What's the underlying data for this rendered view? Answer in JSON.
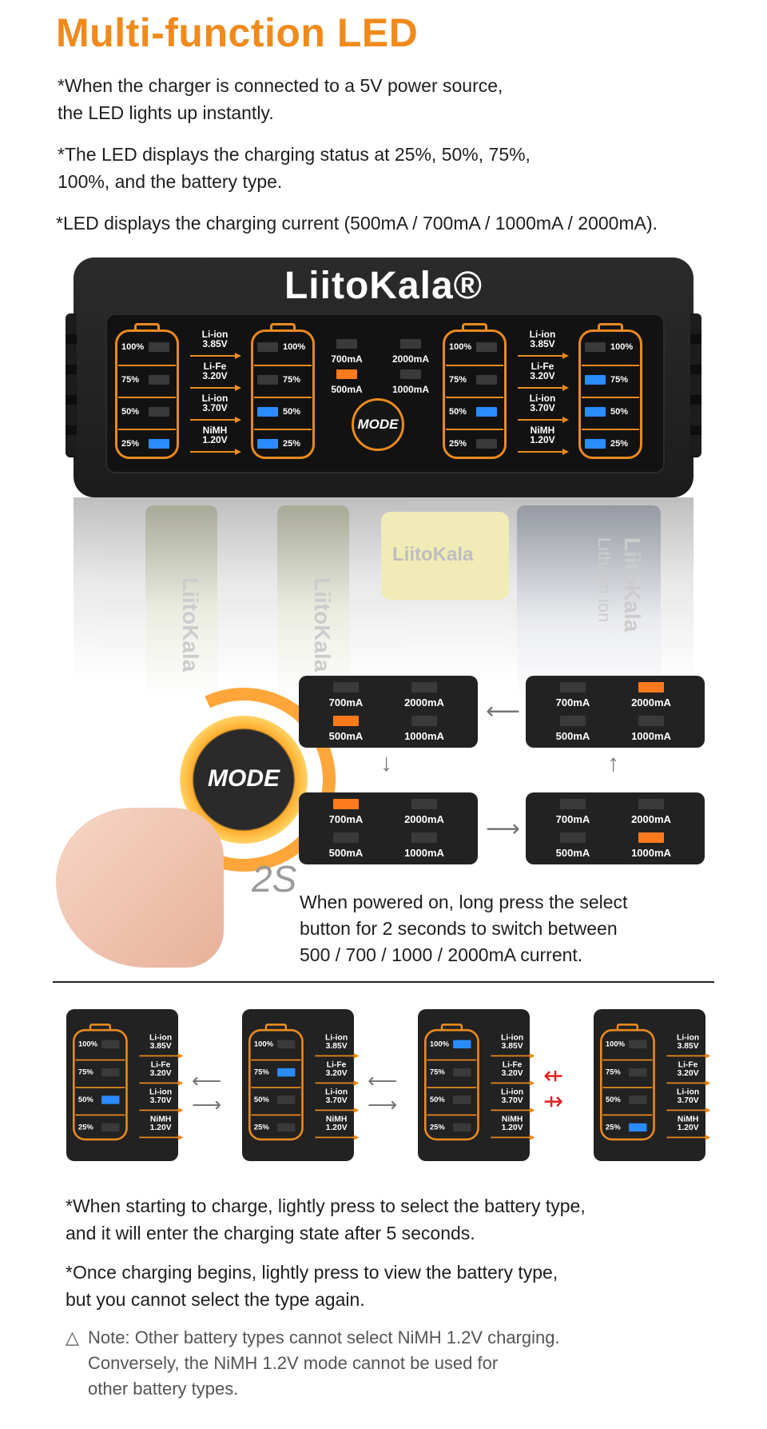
{
  "title": "Multi-function LED",
  "paragraphs": {
    "p1": "*When the charger is connected to a 5V power source,\nthe LED lights up instantly.",
    "p2": "*The LED displays the charging status at 25%, 50%, 75%,\n100%, and the battery type.",
    "p3": "*LED displays the charging current (500mA / 700mA / 1000mA / 2000mA)."
  },
  "charger": {
    "brand": "LiitoKala®",
    "percent_labels": [
      "100%",
      "75%",
      "50%",
      "25%"
    ],
    "type_labels": [
      "Li-ion\n3.85V",
      "Li-Fe\n3.20V",
      "Li-ion\n3.70V",
      "NiMH\n1.20V"
    ],
    "currents": [
      "700mA",
      "2000mA",
      "500mA",
      "1000mA"
    ],
    "mode": "MODE",
    "cell_text": [
      "LiitoKala",
      "LiitoKala",
      "LiitoKala",
      "LiitoKala",
      "Lithium ion"
    ]
  },
  "mode_demo": {
    "button": "MODE",
    "hold": "2S",
    "description": "When powered on, long press the select\nbutton for 2 seconds to switch between\n500 / 700 / 1000 / 2000mA current."
  },
  "cards": [
    {
      "active": "500mA"
    },
    {
      "active": "2000mA"
    },
    {
      "active": "700mA"
    },
    {
      "active": "1000mA"
    }
  ],
  "instructions": {
    "p1": "*When starting to charge, lightly press to select the battery type,\nand it will enter the charging state after 5 seconds.",
    "p2": "*Once charging begins, lightly press to view the battery type,\nbut you cannot select the type again.",
    "note_symbol": "△",
    "note": "Note: Other battery types cannot select NiMH 1.2V charging.\nConversely, the NiMH 1.2V mode cannot be used for\nother battery types."
  },
  "colors": {
    "accent": "#f08a1c",
    "led_blue": "#2a8cff",
    "led_orange": "#ff7a1c",
    "warning_red": "#e02020"
  }
}
